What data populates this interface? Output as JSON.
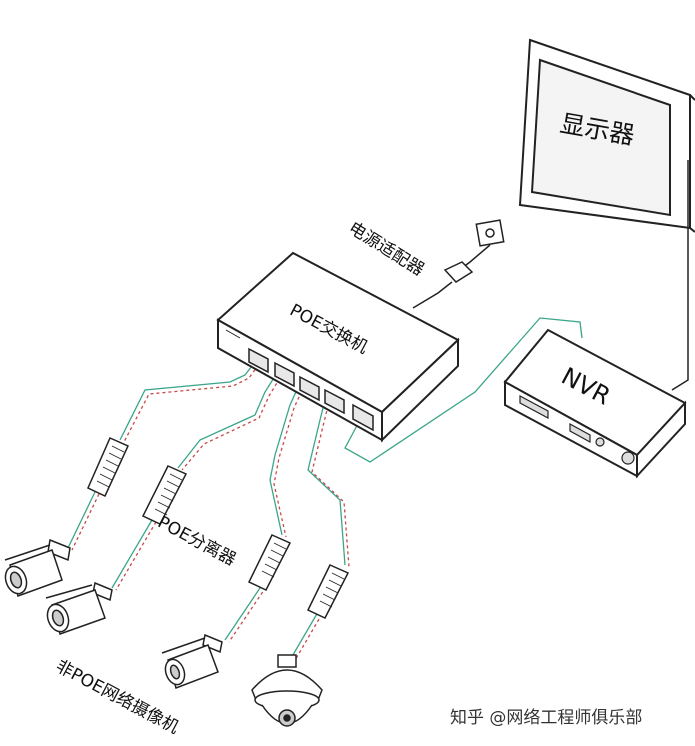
{
  "labels": {
    "monitor": "显示器",
    "power_adapter": "电源适配器",
    "switch": "POE交换机",
    "nvr": "NVR",
    "splitter": "POE分离器",
    "cameras": "非POE网络摄像机"
  },
  "watermark": "知乎 @网络工程师俱乐部",
  "colors": {
    "line": "#222222",
    "cable_teal": "#3aa58a",
    "cable_red": "#c94848",
    "fill": "#ffffff",
    "screen": "#f4f4f4"
  }
}
